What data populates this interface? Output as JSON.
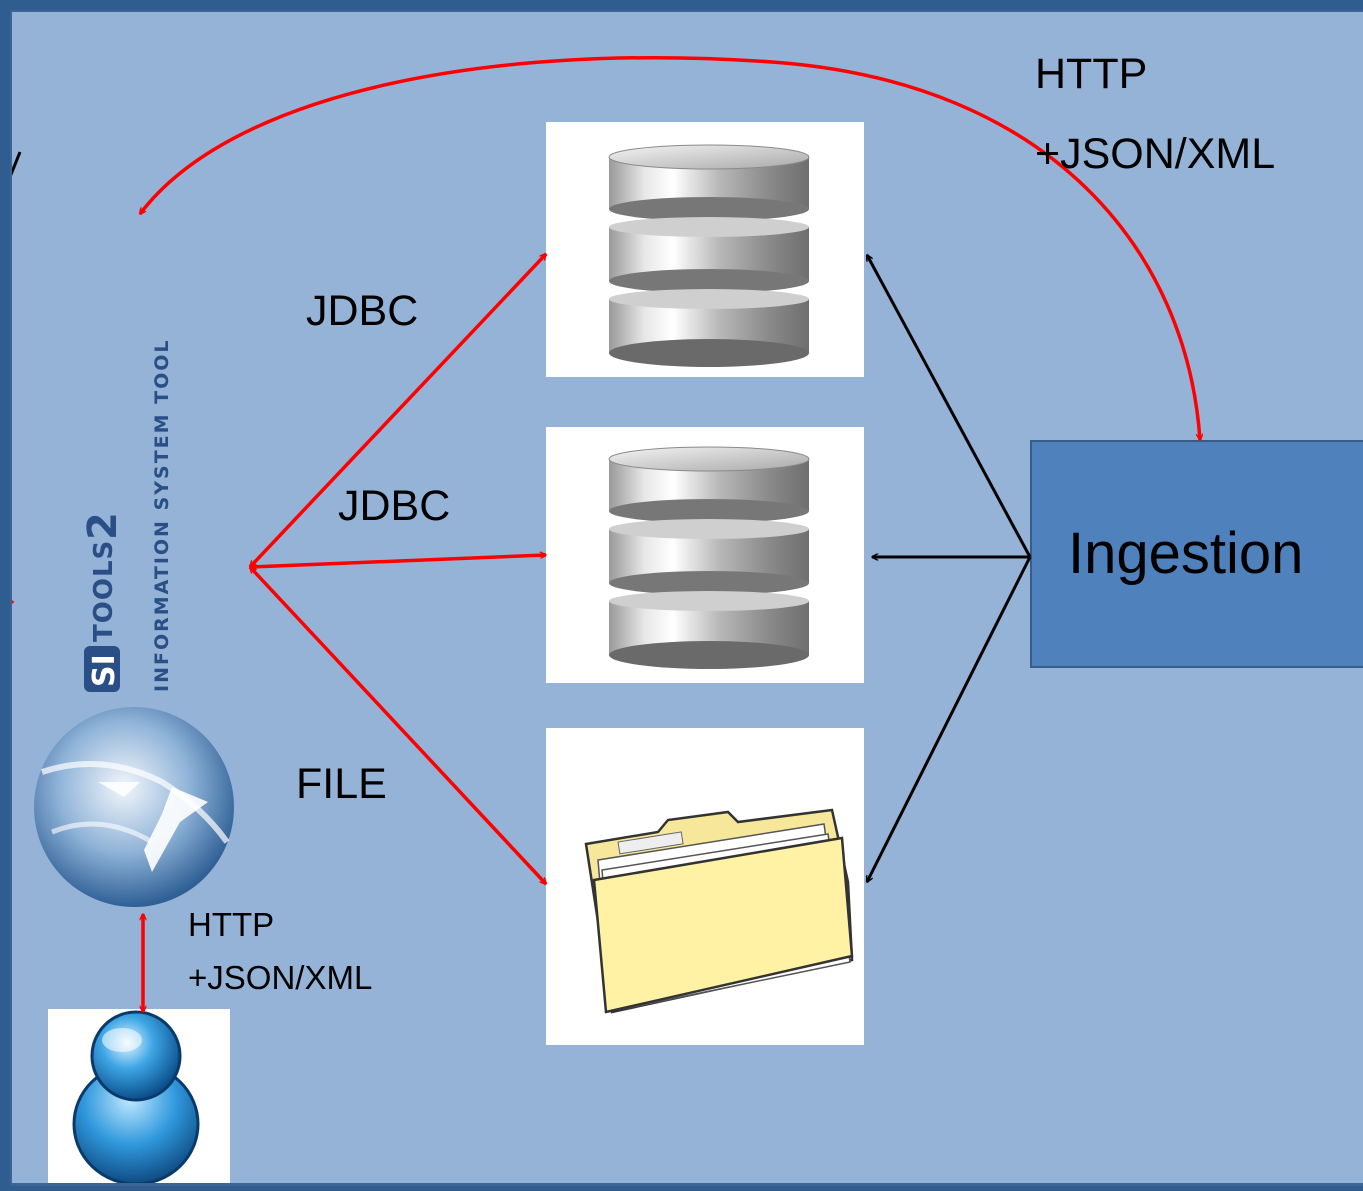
{
  "labels": {
    "http_top_line1": "HTTP",
    "http_top_line2": "+JSON/XML",
    "jdbc_1": "JDBC",
    "jdbc_2": "JDBC",
    "file": "FILE",
    "http_bottom_line1": "HTTP",
    "http_bottom_line2": "+JSON/XML",
    "ingestion": "Ingestion"
  },
  "logo": {
    "brand": "SI TOOLS 2",
    "subtitle": "INFORMATION SYSTEM TOOL"
  },
  "colors": {
    "slide_background": "#95b3d7",
    "frame": "#3b6596",
    "ingestion_fill": "#4f81bd",
    "red_arrow": "#ff0000",
    "black_arrow": "#000000",
    "folder": "#fdf0a6"
  },
  "icons": [
    "database-icon",
    "database-icon",
    "folder-icon",
    "globe-icon",
    "user-icon"
  ]
}
